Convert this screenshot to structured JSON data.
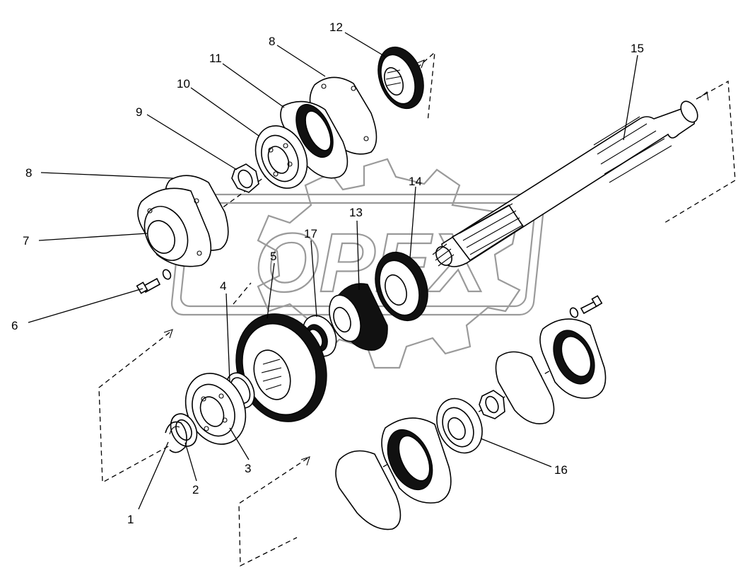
{
  "watermark": {
    "text": "OPEX"
  },
  "callouts": [
    {
      "id": "1",
      "label": "1"
    },
    {
      "id": "2",
      "label": "2"
    },
    {
      "id": "3",
      "label": "3"
    },
    {
      "id": "4",
      "label": "4"
    },
    {
      "id": "5",
      "label": "5"
    },
    {
      "id": "6",
      "label": "6"
    },
    {
      "id": "7",
      "label": "7"
    },
    {
      "id": "8a",
      "label": "8"
    },
    {
      "id": "8b",
      "label": "8"
    },
    {
      "id": "9",
      "label": "9"
    },
    {
      "id": "10",
      "label": "10"
    },
    {
      "id": "11",
      "label": "11"
    },
    {
      "id": "12",
      "label": "12"
    },
    {
      "id": "13",
      "label": "13"
    },
    {
      "id": "14",
      "label": "14"
    },
    {
      "id": "15",
      "label": "15"
    },
    {
      "id": "16",
      "label": "16"
    },
    {
      "id": "17",
      "label": "17"
    }
  ]
}
